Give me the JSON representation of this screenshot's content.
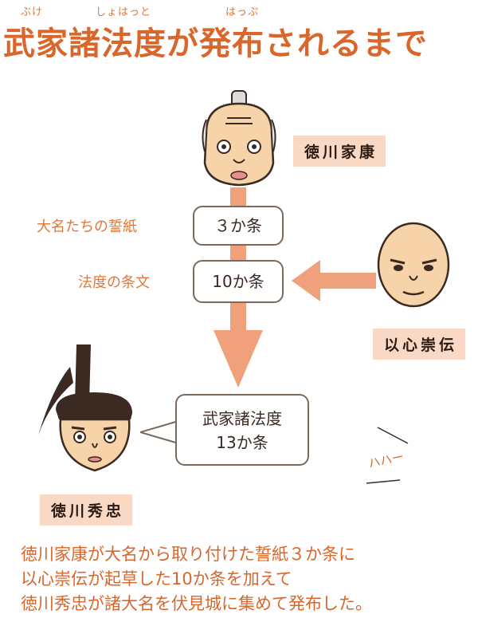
{
  "title": {
    "text": "武家諸法度が発布されるまで",
    "ruby": [
      {
        "reading": "ぶけ"
      },
      {
        "reading": "しょはっと"
      },
      {
        "reading": "はっぷ"
      }
    ]
  },
  "people": {
    "ieyasu": {
      "name": "徳川家康"
    },
    "suden": {
      "name": "以心崇伝"
    },
    "hidetada": {
      "name": "徳川秀忠"
    }
  },
  "steps": {
    "pledge": {
      "label": "大名たちの誓紙",
      "box": "３か条"
    },
    "law": {
      "label": "法度の条文",
      "box": "10か条"
    },
    "result": {
      "line1": "武家諸法度",
      "line2": "13か条"
    }
  },
  "sound": "ハハー",
  "summary": [
    "徳川家康が大名から取り付けた誓紙３か条に",
    "以心崇伝が起草した10か条を加えて",
    "徳川秀忠が諸大名を伏見城に集めて発布した。"
  ],
  "colors": {
    "accent": "#d9662a",
    "arrow": "#f0a07a",
    "label_bg": "#f9d9c4",
    "skin": "#f6d3a8"
  }
}
